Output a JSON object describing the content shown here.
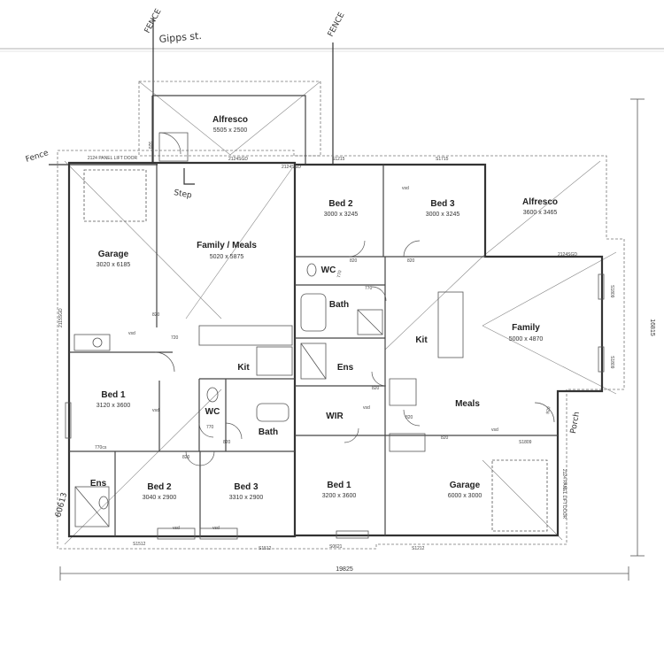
{
  "street": {
    "name": "Gipps st.",
    "fence_left": "FENCE",
    "fence_right": "FENCE",
    "fence_side": "Fence",
    "step": "Step"
  },
  "left_unit": {
    "alfresco": {
      "name": "Alfresco",
      "dim": "5505 x 2500"
    },
    "family_meals": {
      "name": "Family / Meals",
      "dim": "5020 x 5875"
    },
    "garage": {
      "name": "Garage",
      "dim": "3020 x 6185"
    },
    "kit": {
      "name": "Kit"
    },
    "bed1": {
      "name": "Bed 1",
      "dim": "3120 x 3600"
    },
    "wc": {
      "name": "WC"
    },
    "bath": {
      "name": "Bath"
    },
    "ens": {
      "name": "Ens"
    },
    "bed2": {
      "name": "Bed 2",
      "dim": "3040 x 2900"
    },
    "bed3": {
      "name": "Bed 3",
      "dim": "3310 x 2900"
    },
    "garage_door": "2124 PANEL LIFT DOOR",
    "side_label": "60613"
  },
  "right_unit": {
    "bed2": {
      "name": "Bed 2",
      "dim": "3000 x 3245"
    },
    "bed3": {
      "name": "Bed 3",
      "dim": "3000 x 3245"
    },
    "alfresco": {
      "name": "Alfresco",
      "dim": "3600 x 3465"
    },
    "wc": {
      "name": "WC"
    },
    "bath": {
      "name": "Bath"
    },
    "kit": {
      "name": "Kit"
    },
    "family": {
      "name": "Family",
      "dim": "5000 x 4870"
    },
    "ens": {
      "name": "Ens"
    },
    "wir": {
      "name": "WIR"
    },
    "meals": {
      "name": "Meals"
    },
    "bed1": {
      "name": "Bed 1",
      "dim": "3200 x 3600"
    },
    "garage": {
      "name": "Garage",
      "dim": "6000 x 3000"
    },
    "garage_door": "2124 PANEL LIFT DOOR",
    "porch": "Porch"
  },
  "notes": {
    "window_labels": [
      "S1215",
      "S1715",
      "2124SGD",
      "2124SGD",
      "2124SGD",
      "S1512",
      "S1512",
      "S1212",
      "S0621",
      "S1809",
      "S1809",
      "S1809",
      "2115SGD"
    ],
    "door_labels": [
      "820",
      "820",
      "820",
      "820",
      "820",
      "820",
      "820",
      "820",
      "720",
      "770",
      "770",
      "770",
      "920",
      "920"
    ],
    "other": [
      "vsd",
      "vsd",
      "vsd",
      "vsd",
      "vsd",
      "vsd",
      "vsd",
      "770cs"
    ]
  },
  "dimensions": {
    "overall_width": "19825",
    "overall_depth": "16815"
  }
}
